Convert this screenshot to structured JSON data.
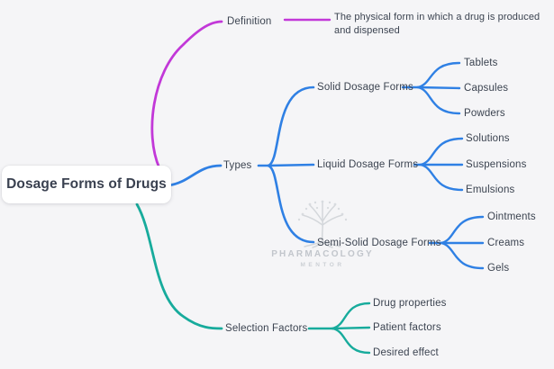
{
  "root": {
    "label": "Dosage Forms of Drugs"
  },
  "branches": [
    {
      "label": "Definition",
      "color": "#c238d8",
      "note": "The physical form in which a drug is produced and dispensed"
    },
    {
      "label": "Types",
      "color": "#2f80e4",
      "children": [
        {
          "label": "Solid Dosage Forms",
          "children": [
            "Tablets",
            "Capsules",
            "Powders"
          ]
        },
        {
          "label": "Liquid Dosage Forms",
          "children": [
            "Solutions",
            "Suspensions",
            "Emulsions"
          ]
        },
        {
          "label": "Semi-Solid Dosage Forms",
          "children": [
            "Ointments",
            "Creams",
            "Gels"
          ]
        }
      ]
    },
    {
      "label": "Selection Factors",
      "color": "#17ab9c",
      "children": [
        "Drug properties",
        "Patient factors",
        "Desired effect"
      ]
    }
  ],
  "watermark": {
    "line1": "PHARMACOLOGY",
    "line2": "MENTOR"
  },
  "theme": {
    "background": "#f5f5f7",
    "text_color": "#3b4350",
    "root_card_bg": "#ffffff"
  }
}
